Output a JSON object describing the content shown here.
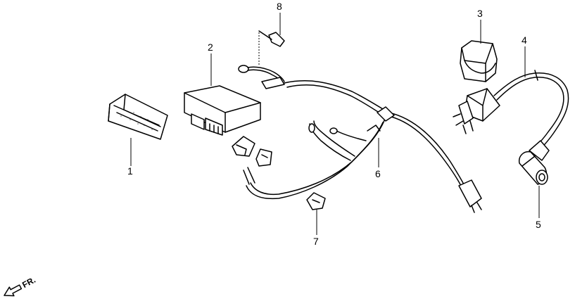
{
  "diagram": {
    "callouts": [
      {
        "id": "1",
        "label": "1"
      },
      {
        "id": "2",
        "label": "2"
      },
      {
        "id": "3",
        "label": "3"
      },
      {
        "id": "4",
        "label": "4"
      },
      {
        "id": "5",
        "label": "5"
      },
      {
        "id": "6",
        "label": "6"
      },
      {
        "id": "7",
        "label": "7"
      },
      {
        "id": "8",
        "label": "8"
      }
    ],
    "direction_indicator": "FR."
  }
}
